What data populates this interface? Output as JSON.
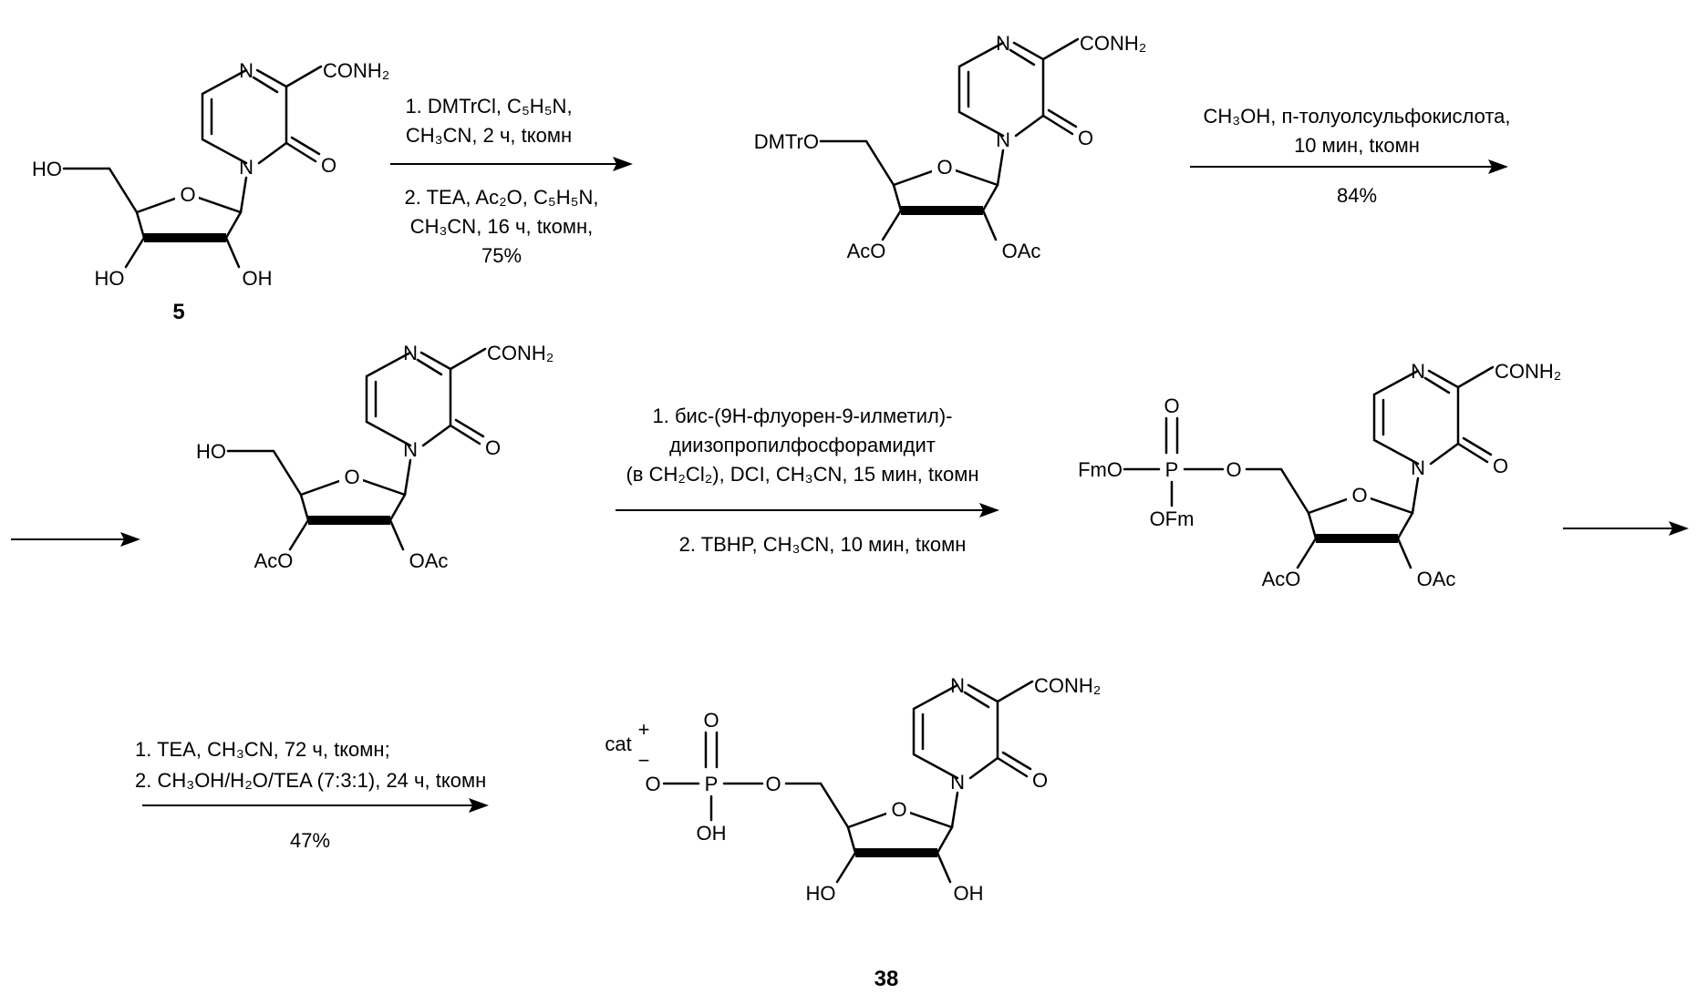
{
  "labels": {
    "conh2": "CONH₂",
    "n": "N",
    "o": "O",
    "ho": "HO",
    "oh": "OH",
    "aco": "AcO",
    "oac": "OAc",
    "dmtro": "DMTrO",
    "fmo": "FmO",
    "ofm": "OFm",
    "p": "P",
    "cat": "cat",
    "plus": "+",
    "minus": "−",
    "o_minus": "O"
  },
  "compounds": {
    "start": "5",
    "product": "38"
  },
  "steps": {
    "s1": {
      "l1": "1. DMTrCl, C₅H₅N,",
      "l2": "CH₃CN, 2 ч, tкомн",
      "l3": "2. TEA, Ac₂O, C₅H₅N,",
      "l4": "CH₃CN, 16  ч, tкомн,",
      "l5": "75%"
    },
    "s2": {
      "l1": "CH₃OH, п-толуолсульфокислота,",
      "l2": "10 мин, tкомн",
      "l3": "84%"
    },
    "s3": {
      "l1": "1. бис-(9H-флуорен-9-илметил)-",
      "l2": "диизопропилфосфорамидит",
      "l3": "(в CH₂Cl₂), DCI, CH₃CN, 15 мин, tкомн",
      "l4": "2. TBHP, CH₃CN, 10 мин, tкомн"
    },
    "s4": {
      "l1": "1. TEA, CH₃CN, 72 ч, tкомн;",
      "l2": "2. CH₃OH/H₂O/TEA (7:3:1), 24 ч, tкомн",
      "l3": "47%"
    }
  }
}
